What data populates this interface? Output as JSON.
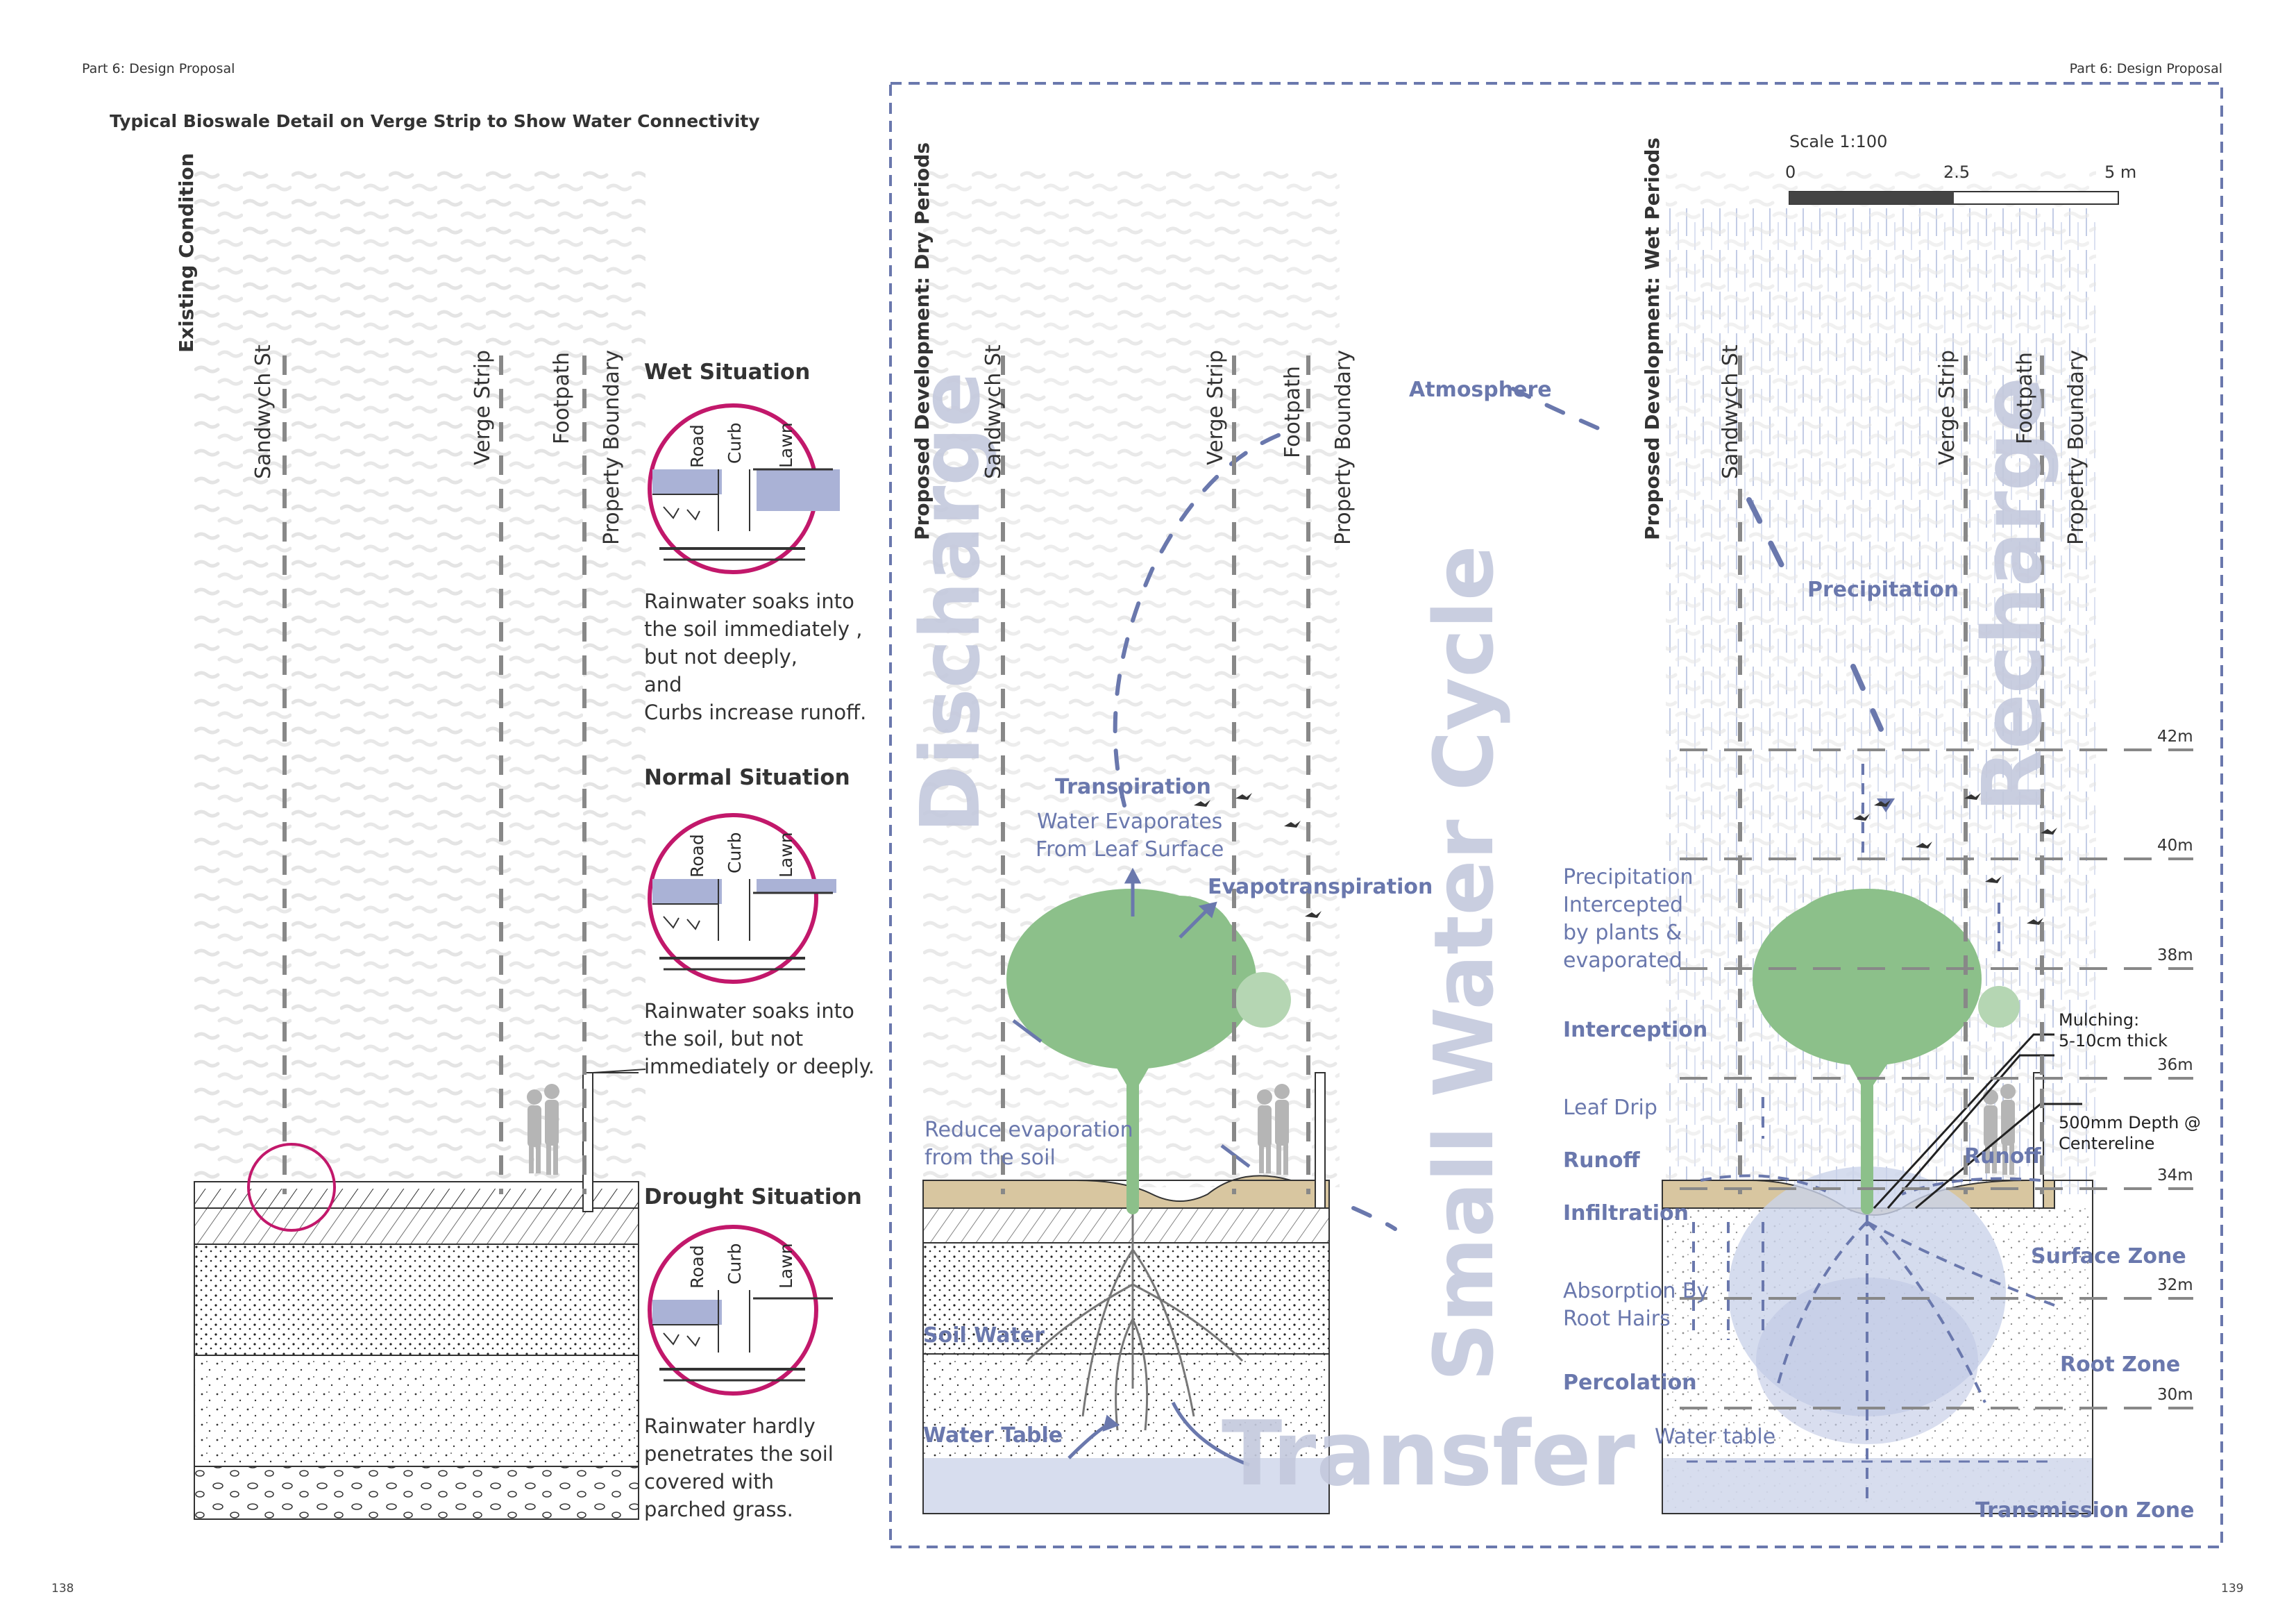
{
  "header": {
    "left": "Part 6: Design Proposal",
    "right": "Part 6: Design Proposal",
    "page_left": "138",
    "page_right": "139"
  },
  "title": "Typical Bioswale Detail on Verge Strip to Show Water Connectivity",
  "sections": {
    "existing": "Existing Condition",
    "dry": "Proposed Development: Dry Periods",
    "wet": "Proposed Development: Wet Periods"
  },
  "street_labels": {
    "sandwych": "Sandwych St",
    "verge": "Verge Strip",
    "footpath": "Footpath",
    "boundary": "Property Boundary"
  },
  "circle_labels": {
    "road": "Road",
    "curb": "Curb",
    "lawn": "Lawn"
  },
  "situations": [
    {
      "title": "Wet Situation",
      "text": [
        "Rainwater soaks into",
        "the soil immediately ,",
        "but not deeply,",
        "and",
        "Curbs increase runoff."
      ]
    },
    {
      "title": "Normal Situation",
      "text": [
        "Rainwater soaks into",
        "the soil, but not",
        "immediately or deeply."
      ]
    },
    {
      "title": "Drought Situation",
      "text": [
        "Rainwater hardly",
        "penetrates the soil",
        "covered with",
        "parched grass."
      ]
    }
  ],
  "big_words": {
    "discharge": "Discharge",
    "cycle": "Small Water Cycle",
    "recharge": "Recharge",
    "transfer": "Transfer"
  },
  "dry_labels": {
    "atmosphere": "Atmosphere",
    "transpiration": "Transpiration",
    "water_evap": [
      "Water Evaporates",
      "From Leaf Surface"
    ],
    "evapotranspiration": "Evapotranspiration",
    "reduce_evap": [
      "Reduce evaporation",
      "from the soil"
    ],
    "soil_water": "Soil Water",
    "water_table": "Water Table"
  },
  "wet_labels": {
    "precipitation": "Precipitation",
    "precip_intercepted": [
      "Precipitation",
      "Intercepted",
      "by plants &",
      "evaporated"
    ],
    "interception": "Interception",
    "leaf_drip": "Leaf Drip",
    "runoff_left": "Runoff",
    "runoff_right": "Runoff",
    "infiltration": "Infiltration",
    "absorption": [
      "Absorption By",
      "Root Hairs"
    ],
    "percolation": "Percolation",
    "water_table": "Water table",
    "surface_zone": "Surface Zone",
    "root_zone": "Root Zone",
    "transmission_zone": "Transmission Zone"
  },
  "notes": {
    "mulching": [
      "Mulching:",
      "5-10cm thick"
    ],
    "depth": [
      "500mm Depth @",
      "Centereline"
    ]
  },
  "scale": {
    "label": "Scale 1:100",
    "ticks": [
      "0",
      "2.5",
      "5 m"
    ]
  },
  "elevations": [
    "42m",
    "40m",
    "38m",
    "36m",
    "34m",
    "32m",
    "30m"
  ],
  "colors": {
    "accent_blue": "#6a78ad",
    "magenta": "#c2186b",
    "tree_green": "#8cc08a",
    "dashed_frame": "#6a78ad"
  }
}
